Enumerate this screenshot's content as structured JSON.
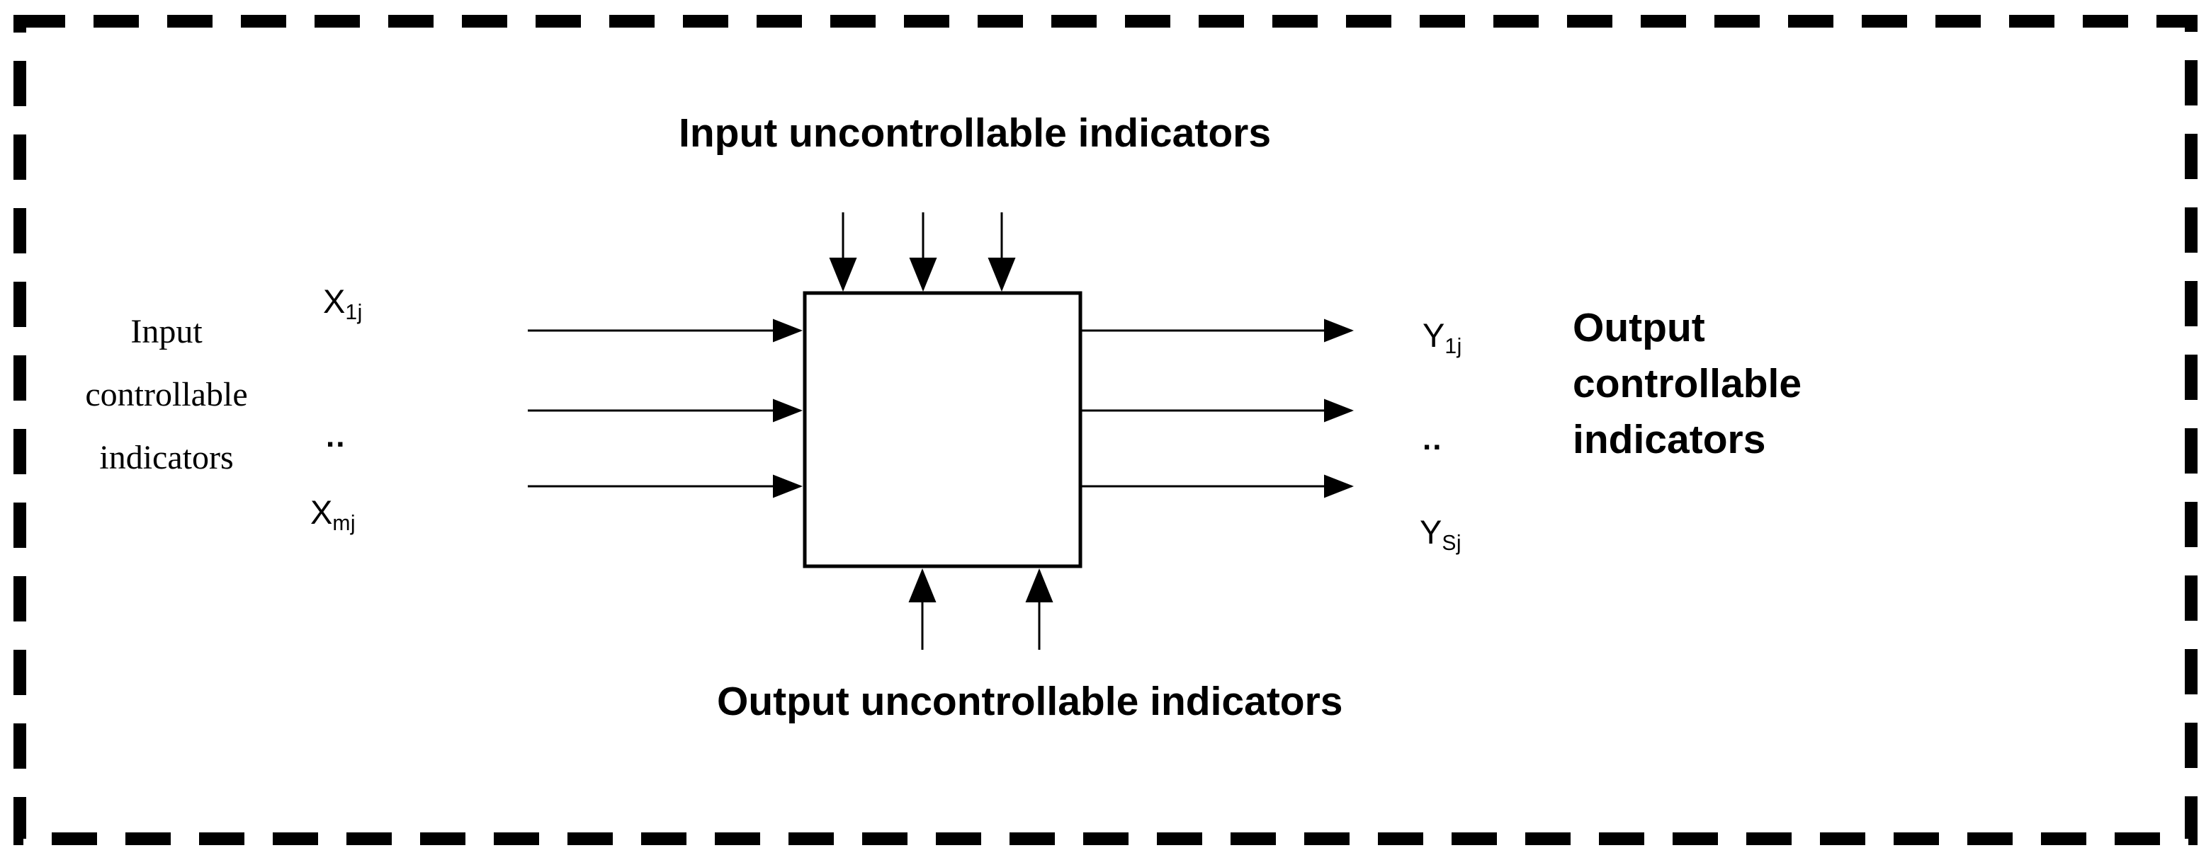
{
  "diagram": {
    "title_top": "Input uncontrollable indicators",
    "title_bottom": "Output uncontrollable indicators",
    "left_label": {
      "lines": [
        "Input",
        "controllable",
        "indicators"
      ]
    },
    "right_label": {
      "lines": [
        "Output",
        "controllable",
        "indicators"
      ]
    },
    "input_vars": {
      "first": {
        "base": "X",
        "sub": "1j"
      },
      "dots": "..",
      "last": {
        "base": "X",
        "sub": "mj"
      }
    },
    "output_vars": {
      "first": {
        "base": "Y",
        "sub": "1j"
      },
      "dots": "..",
      "last": {
        "base": "Y",
        "sub": "Sj"
      }
    },
    "counts": {
      "input_controllable_arrows": 3,
      "output_controllable_arrows": 3,
      "input_uncontrollable_arrows": 3,
      "output_uncontrollable_arrows": 2
    },
    "colors": {
      "ink": "#000000",
      "background": "#ffffff"
    }
  }
}
